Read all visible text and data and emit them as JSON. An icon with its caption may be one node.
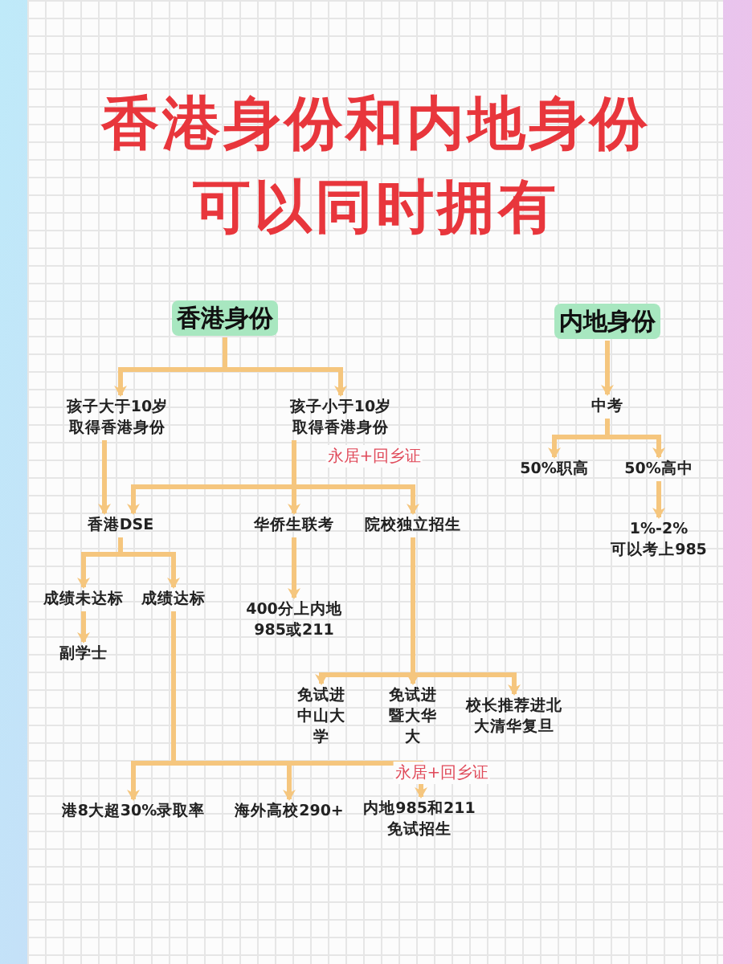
{
  "diagram": {
    "title": "香港身份和内地身份可以同时拥有",
    "nodes": [
      {
        "text": [
          "香港身份"
        ]
      },
      {
        "text": [
          "孩子大于10岁取得香港身份"
        ]
      },
      {
        "text": [
          "孩子小于10岁取得香港身份"
        ]
      },
      {
        "text": [
          "香港DSE"
        ]
      },
      {
        "text": [
          "华侨生联考"
        ]
      },
      {
        "text": [
          "院校独立招生"
        ]
      },
      {
        "text": [
          "成绩未达标"
        ]
      },
      {
        "text": [
          "成绩达标"
        ]
      },
      {
        "text": [
          "副学士"
        ]
      },
      {
        "text": [
          "400分上内地985或211"
        ]
      },
      {
        "text": [
          "免试进中山大学"
        ]
      },
      {
        "text": [
          "免试进暨大华大"
        ]
      },
      {
        "text": [
          "校长推荐进北大清华复旦"
        ]
      },
      {
        "text": [
          "港8大超30%录取率"
        ]
      },
      {
        "text": [
          "海外高校290+"
        ]
      },
      {
        "text": [
          "内地985和211免试招生"
        ]
      },
      {
        "text": [
          "内地身份"
        ]
      },
      {
        "text": [
          "中考"
        ]
      },
      {
        "text": [
          "50%职高"
        ]
      },
      {
        "text": [
          "50%高中"
        ]
      },
      {
        "text": [
          "1%-2%可以考上985"
        ]
      }
    ],
    "edges": [
      {
        "from": 0,
        "to": 1,
        "arrow": "to"
      },
      {
        "from": 0,
        "to": 2,
        "arrow": "to"
      },
      {
        "from": 1,
        "to": 3,
        "arrow": "to"
      },
      {
        "from": 2,
        "to": 3,
        "arrow": "to"
      },
      {
        "from": 2,
        "to": 4,
        "arrow": "to"
      },
      {
        "from": 2,
        "to": 5,
        "arrow": "to",
        "label": "永居+回乡证"
      },
      {
        "from": 3,
        "to": 6,
        "arrow": "to"
      },
      {
        "from": 3,
        "to": 7,
        "arrow": "to"
      },
      {
        "from": 6,
        "to": 8,
        "arrow": "to"
      },
      {
        "from": 4,
        "to": 9,
        "arrow": "to"
      },
      {
        "from": 5,
        "to": 10,
        "arrow": "to"
      },
      {
        "from": 5,
        "to": 11,
        "arrow": "to"
      },
      {
        "from": 5,
        "to": 12,
        "arrow": "to"
      },
      {
        "from": 7,
        "to": 13,
        "arrow": "to"
      },
      {
        "from": 7,
        "to": 14,
        "arrow": "to"
      },
      {
        "from": 7,
        "to": 15,
        "arrow": "to",
        "label": "永居+回乡证"
      },
      {
        "from": 16,
        "to": 17,
        "arrow": "to"
      },
      {
        "from": 17,
        "to": 18,
        "arrow": "to"
      },
      {
        "from": 17,
        "to": 19,
        "arrow": "to"
      },
      {
        "from": 19,
        "to": 20,
        "arrow": "to"
      }
    ]
  }
}
